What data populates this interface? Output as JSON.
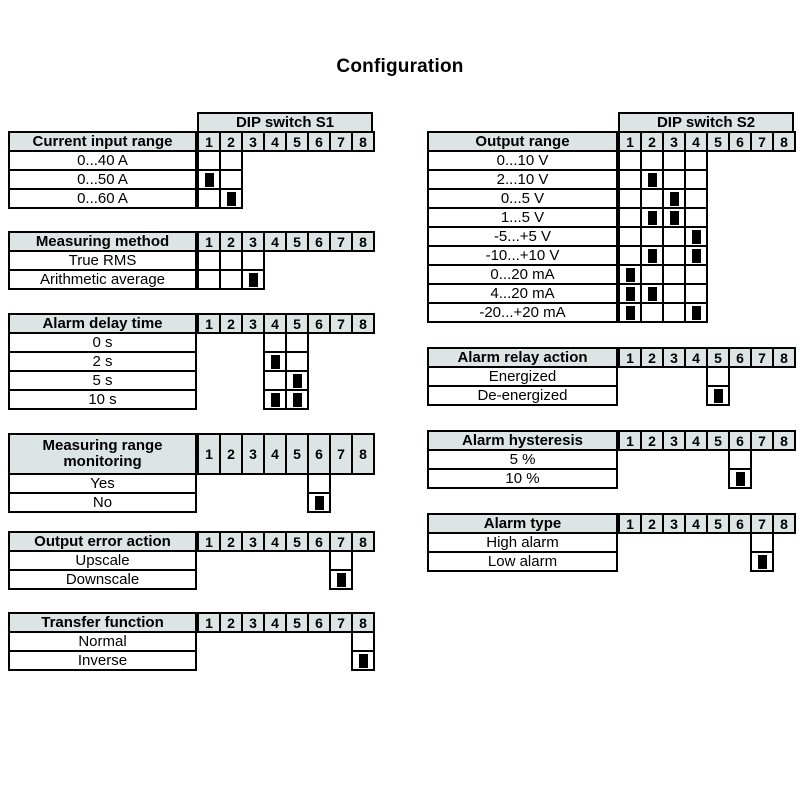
{
  "title": "Configuration",
  "switch_numbers": [
    "1",
    "2",
    "3",
    "4",
    "5",
    "6",
    "7",
    "8"
  ],
  "colors": {
    "header_bg": "#dce4e4",
    "border": "#000000",
    "marker": "#000000",
    "page_bg": "#ffffff"
  },
  "left_column": [
    {
      "name": "current-input-range",
      "dip_caption": "DIP switch S1",
      "dip_caption_cols": 8,
      "header": "Current input range",
      "active_cols": 2,
      "rows": [
        {
          "label": "0...40 A",
          "switches": [
            false,
            false
          ]
        },
        {
          "label": "0...50 A",
          "switches": [
            true,
            false
          ]
        },
        {
          "label": "0...60 A",
          "switches": [
            false,
            true
          ]
        }
      ]
    },
    {
      "name": "measuring-method",
      "dip_caption": null,
      "header": "Measuring method",
      "active_cols": 3,
      "rows": [
        {
          "label": "True RMS",
          "switches": [
            false,
            false,
            false
          ]
        },
        {
          "label": "Arithmetic average",
          "switches": [
            false,
            false,
            true
          ]
        }
      ]
    },
    {
      "name": "alarm-delay-time",
      "dip_caption": null,
      "header": "Alarm delay time",
      "active_cols": 5,
      "active_start": 4,
      "rows": [
        {
          "label": "0 s",
          "switches": [
            false,
            false
          ]
        },
        {
          "label": "2 s",
          "switches": [
            true,
            false
          ]
        },
        {
          "label": "5 s",
          "switches": [
            false,
            true
          ]
        },
        {
          "label": "10 s",
          "switches": [
            true,
            true
          ]
        }
      ]
    },
    {
      "name": "measuring-range-monitoring",
      "dip_caption": null,
      "header": "Measuring range monitoring",
      "header_two_line": true,
      "active_cols": 6,
      "active_start": 6,
      "rows": [
        {
          "label": "Yes",
          "switches": [
            false
          ]
        },
        {
          "label": "No",
          "switches": [
            true
          ]
        }
      ]
    },
    {
      "name": "output-error-action",
      "dip_caption": null,
      "header": "Output error action",
      "active_cols": 7,
      "active_start": 7,
      "rows": [
        {
          "label": "Upscale",
          "switches": [
            false
          ]
        },
        {
          "label": "Downscale",
          "switches": [
            true
          ]
        }
      ]
    },
    {
      "name": "transfer-function",
      "dip_caption": null,
      "header": "Transfer function",
      "active_cols": 8,
      "active_start": 8,
      "rows": [
        {
          "label": "Normal",
          "switches": [
            false
          ]
        },
        {
          "label": "Inverse",
          "switches": [
            true
          ]
        }
      ]
    }
  ],
  "right_column": [
    {
      "name": "output-range",
      "dip_caption": "DIP switch S2",
      "dip_caption_cols": 8,
      "header": "Output range",
      "active_cols": 4,
      "active_start": 1,
      "rows": [
        {
          "label": "0...10 V",
          "switches": [
            false,
            false,
            false,
            false
          ]
        },
        {
          "label": "2...10 V",
          "switches": [
            false,
            true,
            false,
            false
          ]
        },
        {
          "label": "0...5 V",
          "switches": [
            false,
            false,
            true,
            false
          ]
        },
        {
          "label": "1...5 V",
          "switches": [
            false,
            true,
            true,
            false
          ]
        },
        {
          "label": "-5...+5 V",
          "switches": [
            false,
            false,
            false,
            true
          ]
        },
        {
          "label": "-10...+10 V",
          "switches": [
            false,
            true,
            false,
            true
          ]
        },
        {
          "label": "0...20 mA",
          "switches": [
            true,
            false,
            false,
            false
          ]
        },
        {
          "label": "4...20 mA",
          "switches": [
            true,
            true,
            false,
            false
          ]
        },
        {
          "label": "-20...+20 mA",
          "switches": [
            true,
            false,
            false,
            true
          ]
        }
      ]
    },
    {
      "name": "alarm-relay-action",
      "dip_caption": null,
      "header": "Alarm relay action",
      "active_cols": 5,
      "active_start": 5,
      "rows": [
        {
          "label": "Energized",
          "switches": [
            false
          ]
        },
        {
          "label": "De-energized",
          "switches": [
            true
          ]
        }
      ]
    },
    {
      "name": "alarm-hysteresis",
      "dip_caption": null,
      "header": "Alarm hysteresis",
      "active_cols": 6,
      "active_start": 6,
      "rows": [
        {
          "label": "5 %",
          "switches": [
            false
          ]
        },
        {
          "label": "10 %",
          "switches": [
            true
          ]
        }
      ]
    },
    {
      "name": "alarm-type",
      "dip_caption": null,
      "header": "Alarm type",
      "active_cols": 7,
      "active_start": 7,
      "rows": [
        {
          "label": "High alarm",
          "switches": [
            false
          ]
        },
        {
          "label": "Low alarm",
          "switches": [
            true
          ]
        }
      ]
    }
  ]
}
